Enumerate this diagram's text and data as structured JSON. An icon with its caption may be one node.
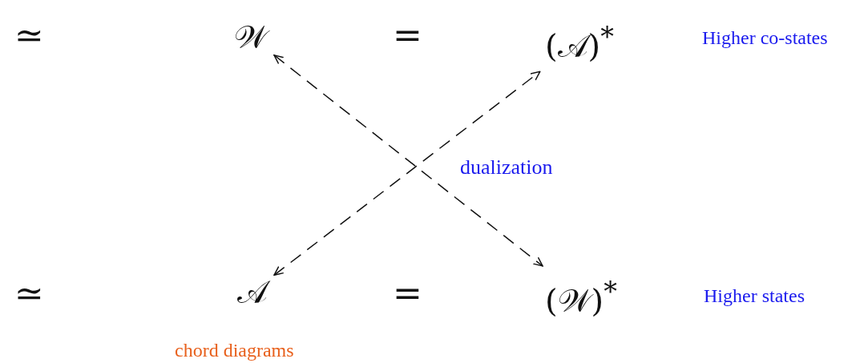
{
  "diagram": {
    "nodes": [
      {
        "text": [
          "𝒲"
        ]
      },
      {
        "text": [
          "(𝒜)$^{*}$"
        ]
      },
      {
        "text": [
          "𝒜"
        ],
        "beside": [
          "chord diagrams"
        ]
      },
      {
        "text": [
          "(𝒲)$^{*}$"
        ]
      }
    ],
    "edges": [
      {
        "from": 0,
        "to": 3,
        "arrow": "both",
        "style": "dashed"
      },
      {
        "from": 2,
        "to": 1,
        "arrow": "both",
        "style": "dashed"
      }
    ],
    "labels": [
      "≃",
      "=",
      "Higher co-states",
      "dualization",
      "≃",
      "=",
      "Higher states"
    ]
  }
}
